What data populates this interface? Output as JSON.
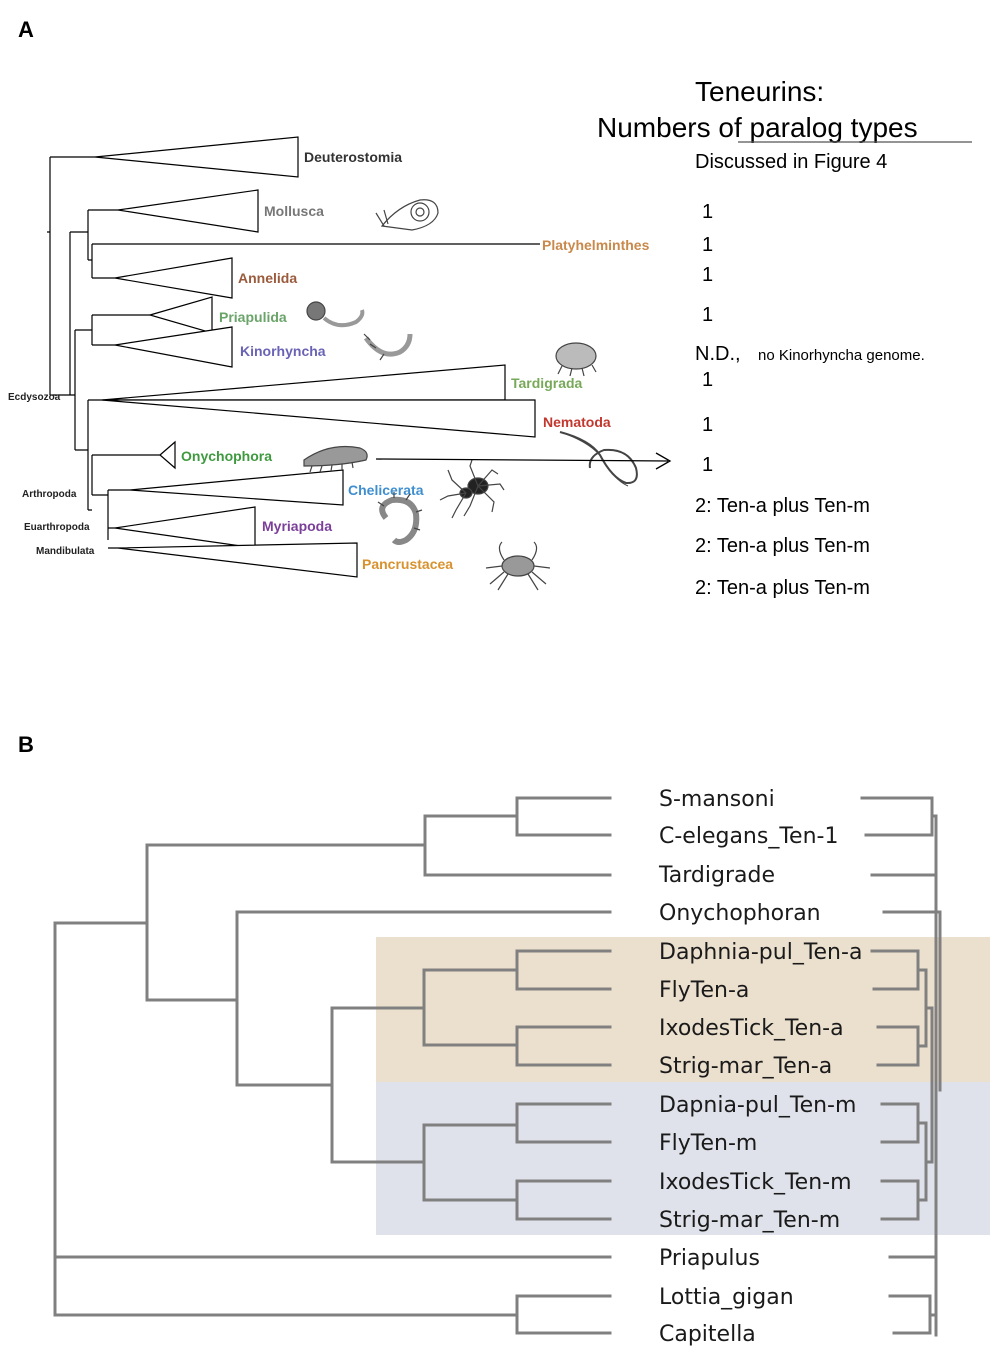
{
  "panel_a": {
    "letter": "A",
    "title_line1": "Teneurins:",
    "title_line2": "Numbers of paralog types",
    "subtitle": "Discussed in Figure 4",
    "clades": {
      "deuterostomia": "Deuterostomia",
      "mollusca": "Mollusca",
      "platyhelminthes": "Platyhelminthes",
      "annelida": "Annelida",
      "priapulida": "Priapulida",
      "kinorhyncha": "Kinorhyncha",
      "tardigrada": "Tardigrada",
      "nematoda": "Nematoda",
      "onychophora": "Onychophora",
      "chelicerata": "Chelicerata",
      "myriapoda": "Myriapoda",
      "pancrustacea": "Pancrustacea"
    },
    "nodes": {
      "ecdysozoa": "Ecdysozoa",
      "arthropoda": "Arthropoda",
      "euarthropoda": "Euarthropoda",
      "mandibulata": "Mandibulata"
    },
    "counts": {
      "mollusca": "1",
      "platyhelminthes": "1",
      "annelida": "1",
      "priapulida": "1",
      "kinorhyncha": "N.D.,",
      "kinorhyncha_note": "no Kinorhyncha genome.",
      "tardigrada": "1",
      "nematoda": "1",
      "onychophora": "1",
      "chelicerata": "2: Ten-a plus Ten-m",
      "myriapoda": "2: Ten-a plus Ten-m",
      "pancrustacea": "2: Ten-a plus Ten-m"
    },
    "colors": {
      "mollusca": "#777777",
      "platyhelminthes": "#c8894a",
      "annelida": "#9a5a3c",
      "priapulida": "#6aa46a",
      "kinorhyncha": "#6a63b5",
      "tardigrada": "#78a95a",
      "nematoda": "#c2372e",
      "onychophora": "#3f9a3f",
      "chelicerata": "#3f8fd0",
      "myriapoda": "#7b3f9a",
      "pancrustacea": "#d8922f"
    }
  },
  "panel_b": {
    "letter": "B",
    "taxa": [
      "S-mansoni",
      "C-elegans_Ten-1",
      "Tardigrade",
      "Onychophoran",
      "Daphnia-pul_Ten-a",
      "FlyTen-a",
      "IxodesTick_Ten-a",
      "Strig-mar_Ten-a",
      "Dapnia-pul_Ten-m",
      "FlyTen-m",
      "IxodesTick_Ten-m",
      "Strig-mar_Ten-m",
      "Priapulus",
      "Lottia_gigan",
      "Capitella"
    ],
    "highlight_colors": {
      "ten_a": "#e8d9c6",
      "ten_m": "#dcdfe8"
    }
  }
}
